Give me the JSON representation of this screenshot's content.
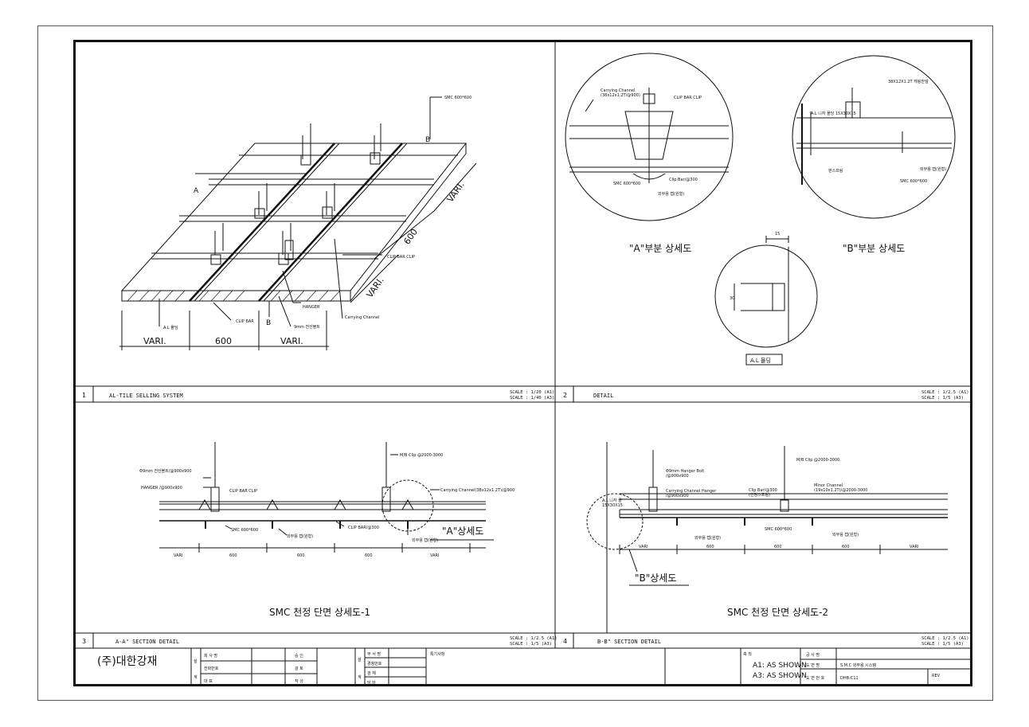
{
  "panels": {
    "p1": {
      "number": "1",
      "title": "AL-TILE SELLING SYSTEM",
      "scale1": "SCALE : 1/20 (A1)",
      "scale2": "SCALE : 1/40 (A3)"
    },
    "p2": {
      "number": "2",
      "title": "DETAIL",
      "scale1": "SCALE : 1/2.5 (A1)",
      "scale2": "SCALE : 1/5  (A3)"
    },
    "p3": {
      "number": "3",
      "title": "A-A\" SECTION DETAIL",
      "scale1": "SCALE : 1/2.5 (A1)",
      "scale2": "SCALE : 1/5  (A3)"
    },
    "p4": {
      "number": "4",
      "title": "B-B\" SECTION DETAIL",
      "scale1": "SCALE : 1/2.5 (A1)",
      "scale2": "SCALE : 1/5  (A3)"
    }
  },
  "iso": {
    "smc": "SMC 600*600",
    "a_mark": "A",
    "b_mark": "B",
    "vari1": "VARI.",
    "vari2": "VARI.",
    "dim600": "600",
    "clip_bar_clip": "CLIP BAR CLIP",
    "hanger": "HANGER",
    "bolt": "9mm 전산볼트",
    "carrying": "Carrying Channel",
    "clip_bar": "CLIP BAR",
    "al_molding": "A.L 몰딩",
    "bottom_dims": [
      "VARI.",
      "600",
      "VARI."
    ]
  },
  "detailA": {
    "carrying": "Carrying Channel",
    "carrying_spec": "(38x12x1.2T/@900)",
    "clip_bar_clip": "CLIP BAR CLIP",
    "clip_bar": "Clip Bar/@300",
    "smc": "SMC 600*600",
    "ext": "외부용 캡(원형)",
    "caption": "\"A\"부분 상세도"
  },
  "detailB": {
    "spec": "38X12X1.2T 캐링찬넬",
    "al": "A.L 니자 몰딩 15X30X15",
    "ext": "외부용 캡(원형)",
    "screw": "판스프링",
    "smc": "SMC 600*600",
    "caption": "\"B\"부분 상세도"
  },
  "detailAL": {
    "dim15": "15",
    "dim30": "30",
    "caption": "A.L 몰딩"
  },
  "secA": {
    "mb": "M/B Clip @2000-3000",
    "bolt": "Φ9mm 전산볼트/@900x900",
    "hanger": "HANGER /@900x900",
    "clip_bar_clip": "CLIP BAR CLIP",
    "carrying": "Carrying Channel(38x12x1.2T)/@900",
    "smc": "SMC 600*600",
    "ext1": "외부용 캡(원형)",
    "clip_bar": "CLIP BAR/@300",
    "ext2": "외부용 캡(원형)",
    "callout": "\"A\"상세도",
    "dims": [
      "VARI",
      "600",
      "600",
      "600",
      "VARI"
    ],
    "title": "SMC 천정 단면 상세도-1"
  },
  "secB": {
    "mb": "M/B Clip @2000-3000",
    "bolt": "Φ9mm Hanger Bolt",
    "bolt2": "/@900x900",
    "hanger": "Carrying Channel Hanger",
    "hanger2": "/@900x900",
    "clip": "Clip Bar/@300",
    "clip2": "(인청스프링)",
    "minor": "Minor Channel",
    "minor2": "(19x10x1.2T)/@2000-3000",
    "al": "A.L 니자 몰",
    "al2": "15X30X15",
    "ext1": "외부용 캡(원형)",
    "smc": "SMC 600*600",
    "ext2": "외부용 캡(원형)",
    "callout": "\"B\"상세도",
    "dims": [
      "VARI",
      "600",
      "600",
      "600",
      "VARI"
    ],
    "title": "SMC 천정 단면 상세도-2"
  },
  "titleblock": {
    "company": "(주)대한강재",
    "sign_side": [
      "설",
      "계"
    ],
    "rows1": [
      "회 사 명",
      "전화번호",
      "대    표"
    ],
    "rows2": [
      "승 인",
      "검 토",
      "작 성"
    ],
    "side2": [
      "설",
      "계"
    ],
    "rows3": [
      "부 서 명",
      "경청번호",
      "검    체",
      "담    당"
    ],
    "notes_label": "특기사항",
    "scale_label": "축 척",
    "scale_a1": "A1: AS SHOWN",
    "scale_a3": "A3: AS SHOWN",
    "rows4": [
      "공 사 명",
      "도 면 명",
      "도 면 번 호"
    ],
    "drawing_name": "S.M.C 외부용 시스템",
    "drawing_no": "DHB-C11",
    "rev": "REV"
  }
}
